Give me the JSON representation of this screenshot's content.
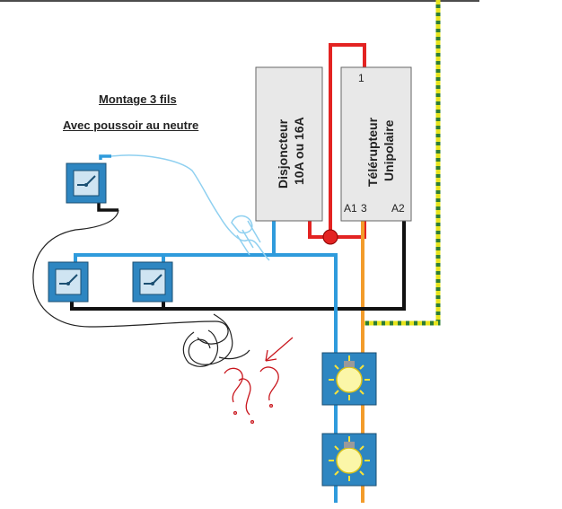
{
  "diagram": {
    "title_line1": "Montage 3 fils",
    "title_line2": "Avec poussoir au neutre",
    "breaker": {
      "line1": "Disjoncteur",
      "line2": "10A ou 16A"
    },
    "relay": {
      "line1": "Télérupteur",
      "line2": "Unipolaire",
      "terminal_top": "1",
      "terminal_a1": "A1",
      "terminal_3": "3",
      "terminal_a2": "A2"
    },
    "annotation": "?",
    "colors": {
      "phase": "#e32322",
      "neutral": "#2f9bdc",
      "return": "#f39c2b",
      "earth": "#d8d51c",
      "control": "#111111",
      "annotation": "#c9171e",
      "module": "#2e86c1"
    },
    "icons": [
      "push-button-icon",
      "push-button-icon",
      "push-button-icon",
      "lamp-icon",
      "lamp-icon"
    ]
  }
}
